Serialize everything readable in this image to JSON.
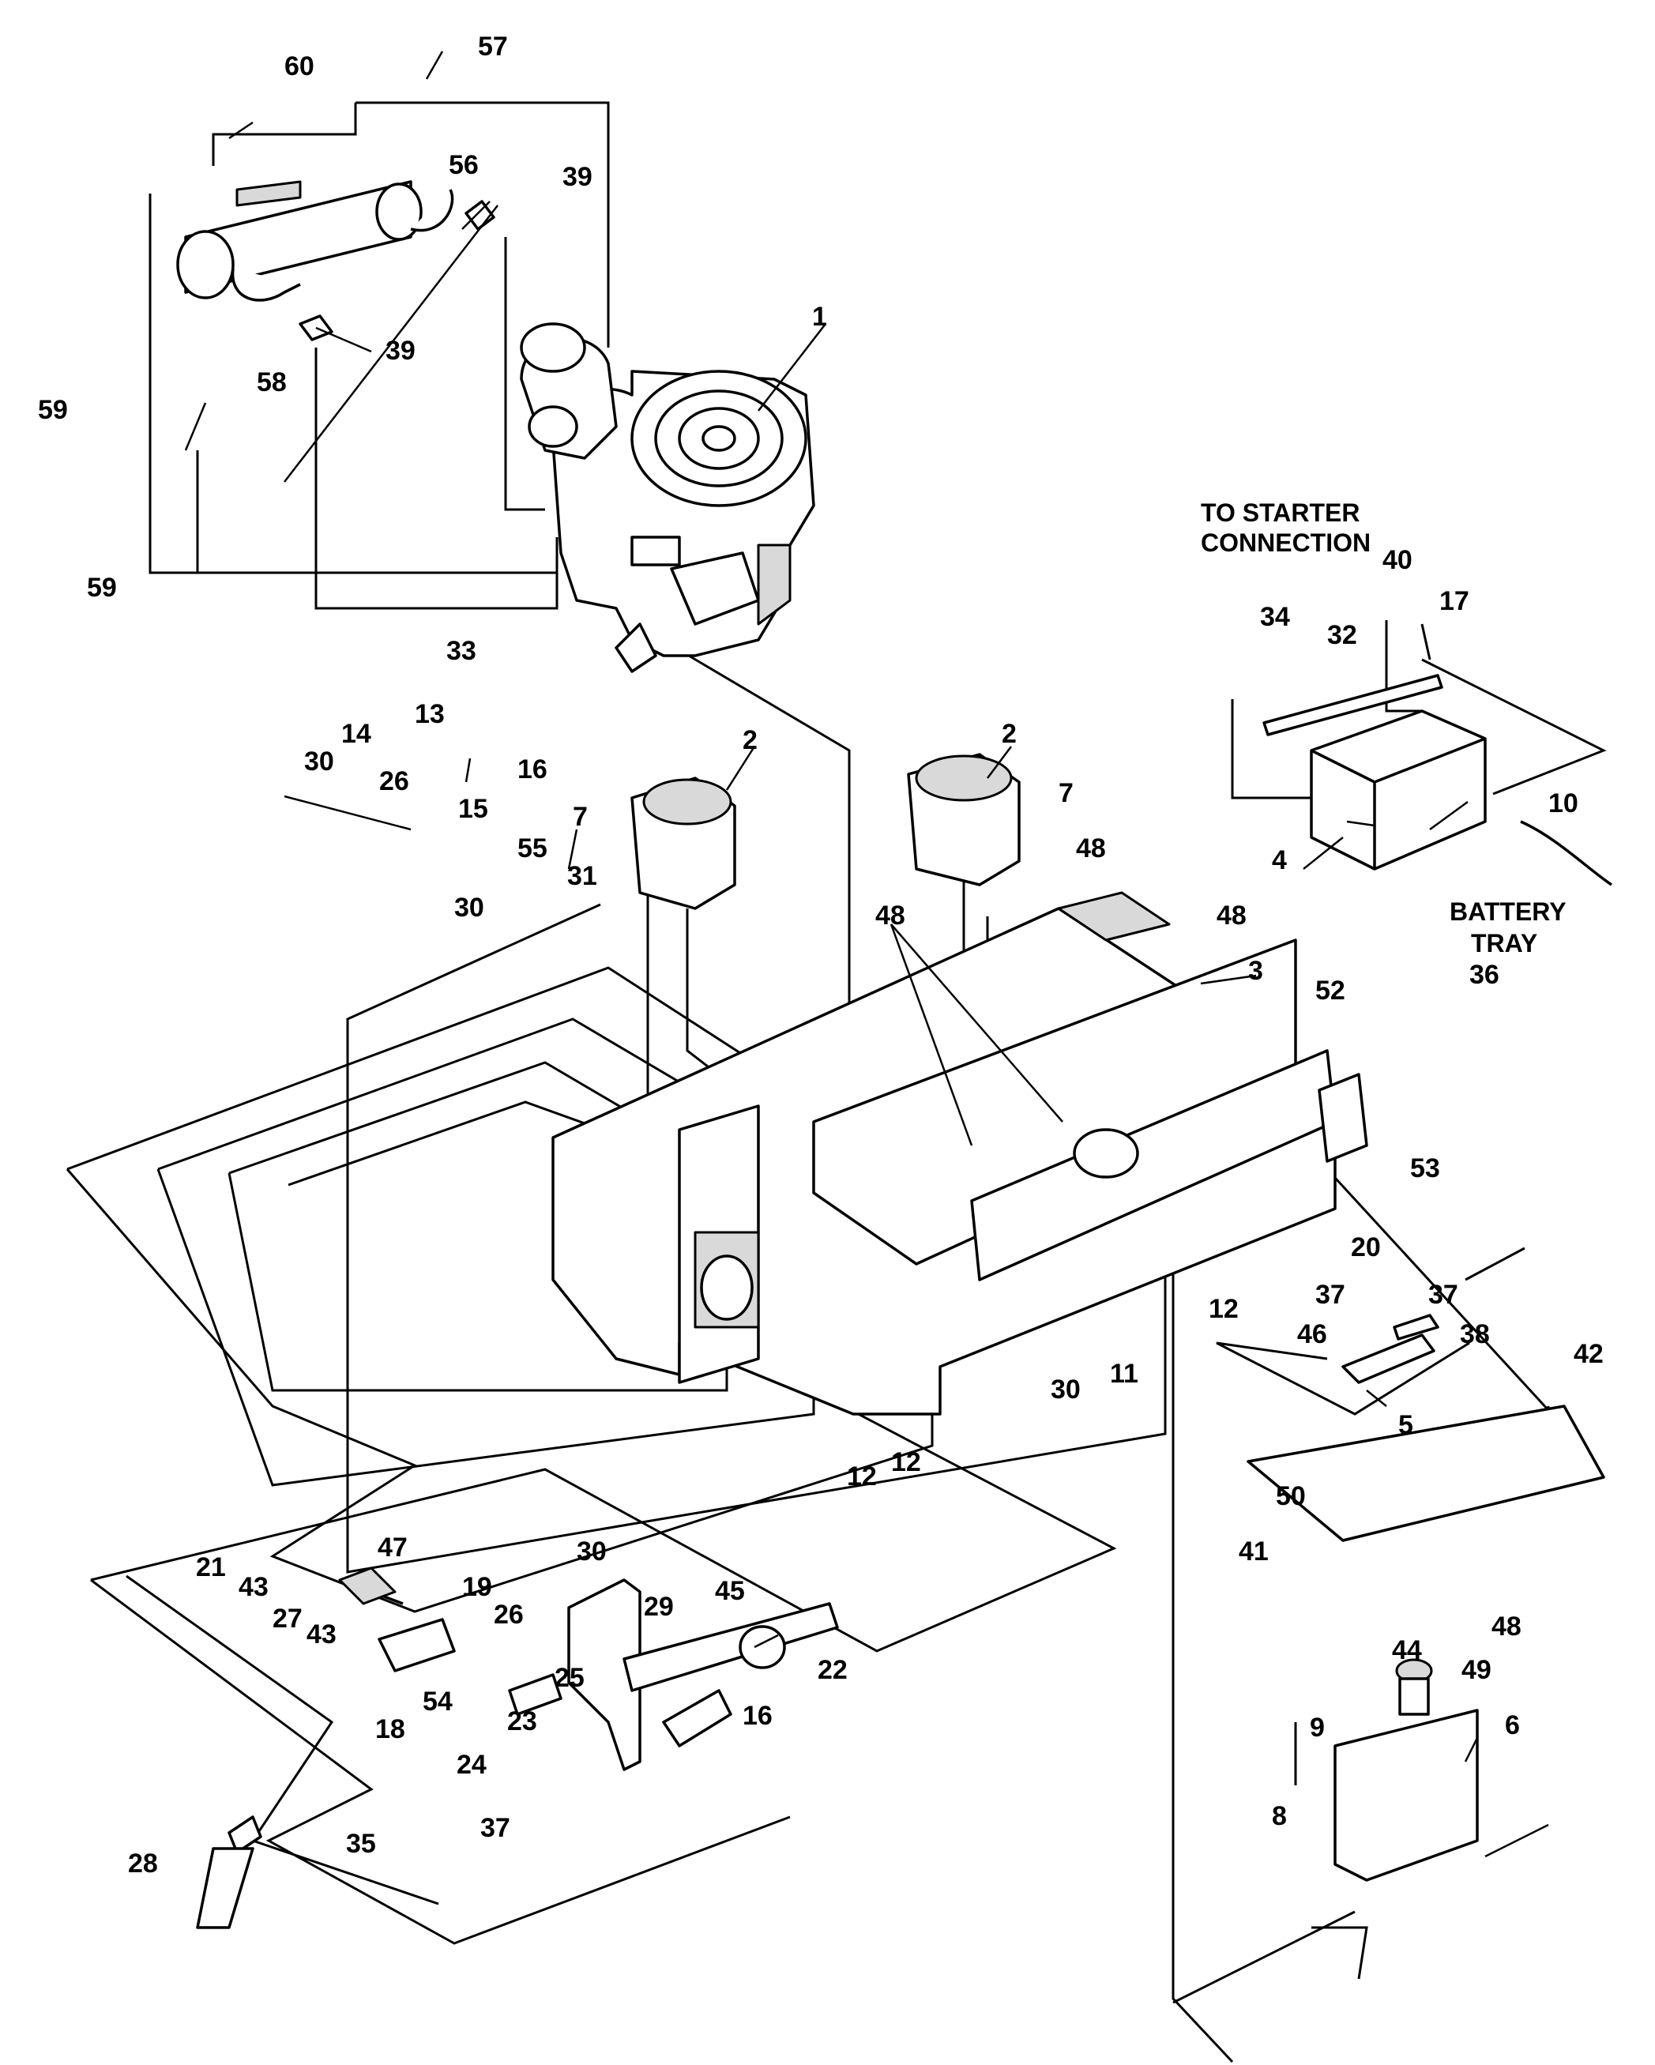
{
  "notes": {
    "starter_line1": "TO STARTER",
    "starter_line2": "CONNECTION",
    "battery_line1": "BATTERY",
    "battery_line2": "TRAY"
  },
  "callouts": {
    "c1": "1",
    "c2a": "2",
    "c2b": "2",
    "c3": "3",
    "c4": "4",
    "c5": "5",
    "c6": "6",
    "c7a": "7",
    "c7b": "7",
    "c8": "8",
    "c9": "9",
    "c10": "10",
    "c11": "11",
    "c12a": "12",
    "c12b": "12",
    "c12c": "12",
    "c13": "13",
    "c14": "14",
    "c15": "15",
    "c16a": "16",
    "c16b": "16",
    "c17": "17",
    "c18": "18",
    "c19": "19",
    "c20": "20",
    "c21": "21",
    "c22": "22",
    "c23": "23",
    "c24": "24",
    "c25": "25",
    "c26a": "26",
    "c26b": "26",
    "c27": "27",
    "c28": "28",
    "c29": "29",
    "c30a": "30",
    "c30b": "30",
    "c30c": "30",
    "c30d": "30",
    "c31": "31",
    "c32": "32",
    "c33": "33",
    "c34": "34",
    "c35": "35",
    "c36": "36",
    "c37a": "37",
    "c37b": "37",
    "c37c": "37",
    "c38": "38",
    "c39a": "39",
    "c39b": "39",
    "c40": "40",
    "c41": "41",
    "c42": "42",
    "c43a": "43",
    "c43b": "43",
    "c44": "44",
    "c45": "45",
    "c46": "46",
    "c47": "47",
    "c48a": "48",
    "c48b": "48",
    "c48c": "48",
    "c48d": "48",
    "c49": "49",
    "c50": "50",
    "c52": "52",
    "c53": "53",
    "c54": "54",
    "c55": "55",
    "c56": "56",
    "c57": "57",
    "c58": "58",
    "c59a": "59",
    "c59b": "59",
    "c60": "60"
  }
}
